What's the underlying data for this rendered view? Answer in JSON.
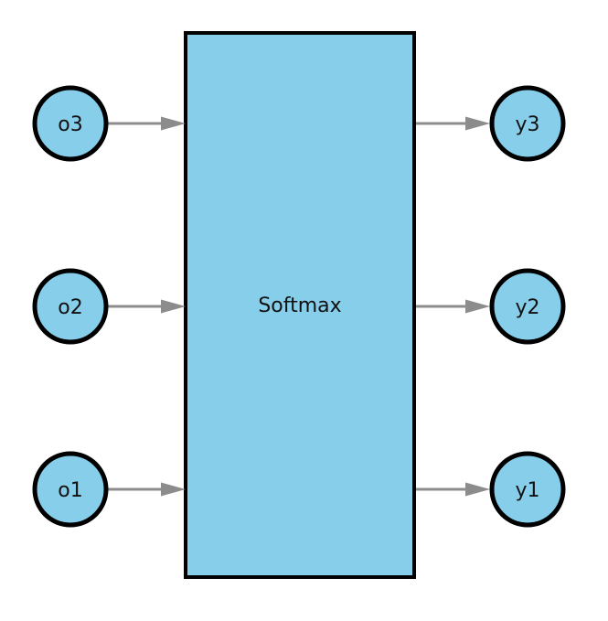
{
  "diagram": {
    "box": {
      "label": "Softmax"
    },
    "inputs": [
      {
        "label": "o3"
      },
      {
        "label": "o2"
      },
      {
        "label": "o1"
      }
    ],
    "outputs": [
      {
        "label": "y3"
      },
      {
        "label": "y2"
      },
      {
        "label": "y1"
      }
    ],
    "connections": [
      {
        "from": "o3",
        "to": "Softmax"
      },
      {
        "from": "o2",
        "to": "Softmax"
      },
      {
        "from": "o1",
        "to": "Softmax"
      },
      {
        "from": "Softmax",
        "to": "y3"
      },
      {
        "from": "Softmax",
        "to": "y2"
      },
      {
        "from": "Softmax",
        "to": "y1"
      }
    ]
  },
  "colors": {
    "node_fill": "#87CEEB",
    "node_stroke": "#000000",
    "arrow": "#8c8c8c",
    "text": "#111111",
    "background": "#ffffff"
  }
}
